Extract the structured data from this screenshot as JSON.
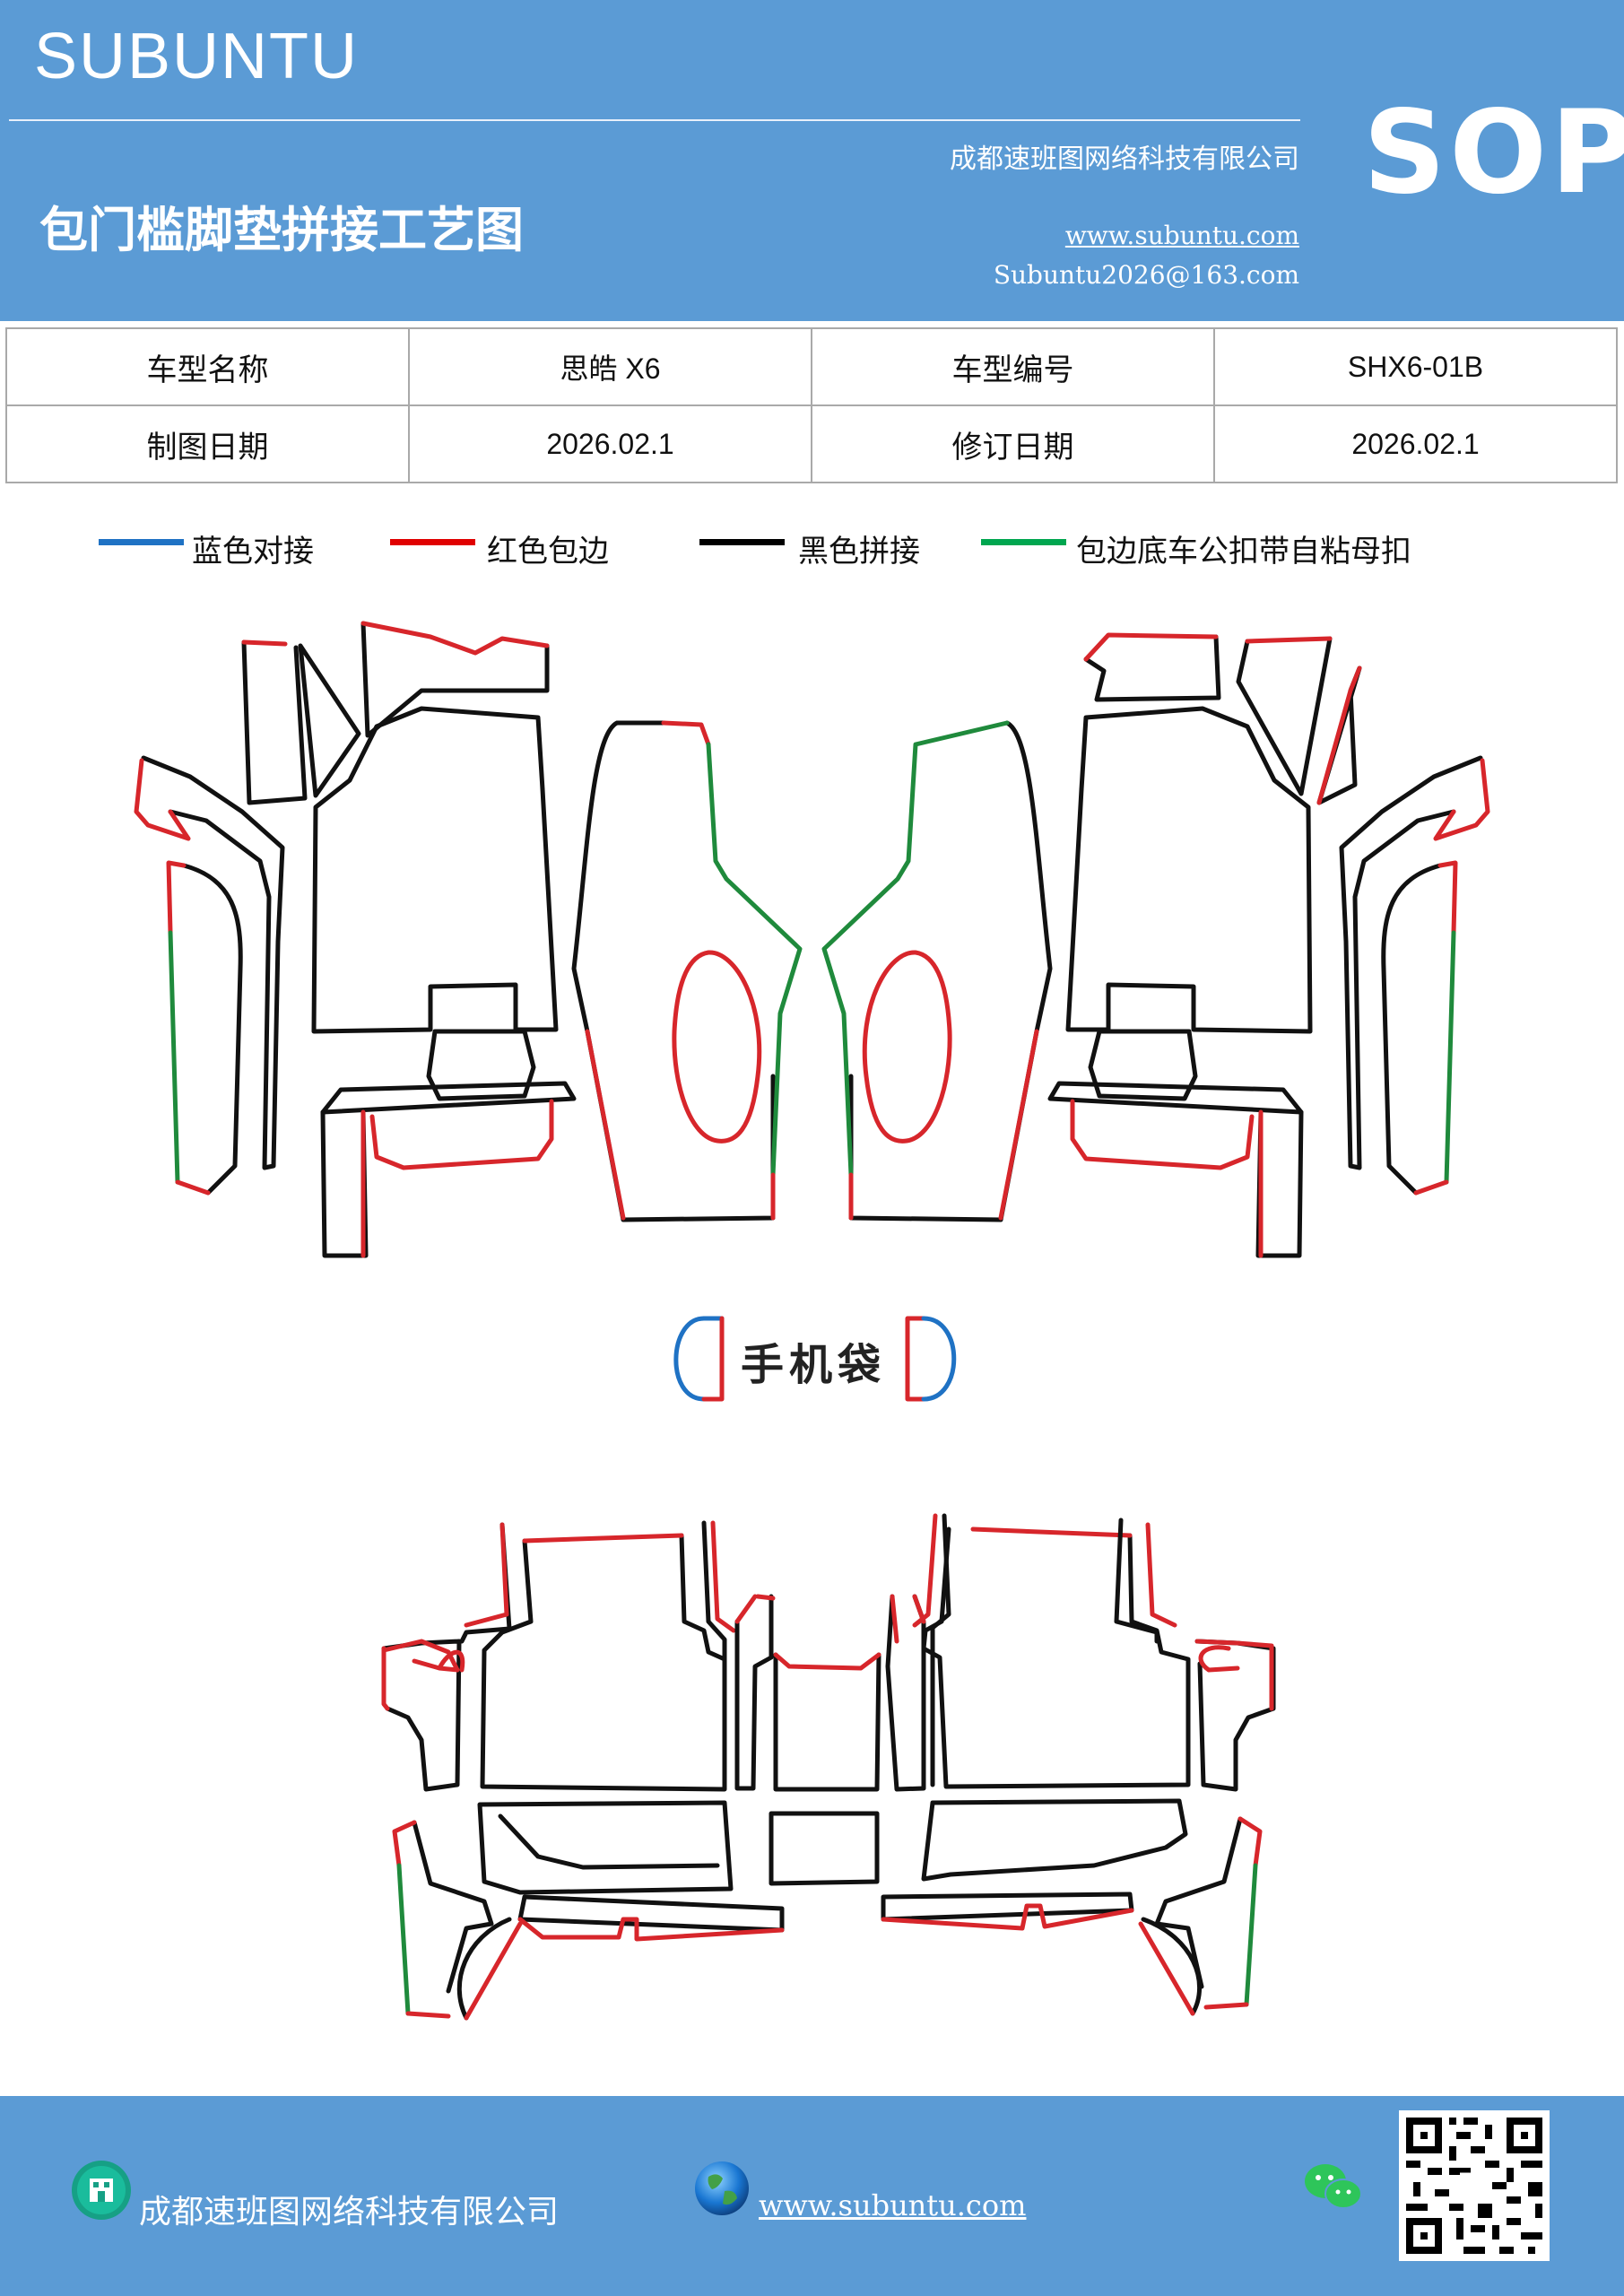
{
  "header": {
    "brand": "SUBUNTU",
    "doc_type": "SOP",
    "company": "成都速班图网络科技有限公司",
    "title": "包门槛脚垫拼接工艺图",
    "website": "www.subuntu.com",
    "email": "Subuntu2026@163.com"
  },
  "info_table": {
    "model_name_label": "车型名称",
    "model_name": "思皓 X6",
    "model_code_label": "车型编号",
    "model_code": "SHX6-01B",
    "draw_date_label": "制图日期",
    "draw_date": "2026.02.1",
    "revise_date_label": "修订日期",
    "revise_date": "2026.02.1"
  },
  "legend": [
    {
      "label": "蓝色对接",
      "color": "#1f72c4"
    },
    {
      "label": "红色包边",
      "color": "#e00000"
    },
    {
      "label": "黑色拼接",
      "color": "#000000"
    },
    {
      "label": "包边底车公扣带自粘母扣",
      "color": "#00a64f"
    }
  ],
  "phone_bag_label": "手机袋",
  "colors": {
    "header_bg": "#5b9bd5",
    "edge_red": "#d7262b",
    "edge_green": "#1f8a3c",
    "edge_black": "#111111",
    "edge_blue": "#1f72c4"
  },
  "footer": {
    "company": "成都速班图网络科技有限公司",
    "website": "www.subuntu.com",
    "icons": [
      "building-icon",
      "globe-icon",
      "wechat-icon",
      "qr-code"
    ]
  }
}
